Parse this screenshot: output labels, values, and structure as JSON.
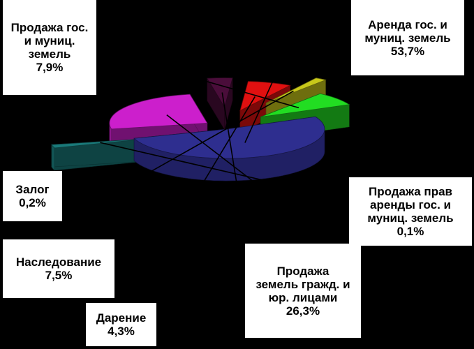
{
  "chart_data": {
    "type": "pie",
    "title": "",
    "slices": [
      {
        "name": "Аренда гос. и муниц. земель",
        "value": 53.7,
        "label": "Аренда гос. и\nмуниц. земель\n53,7%",
        "color": "#2e2e8f"
      },
      {
        "name": "Продажа прав аренды гос. и муниц. земель",
        "value": 0.1,
        "label": "Продажа прав\nаренды гос. и\nмуниц. земель\n0,1%",
        "color": "#1a7a7a"
      },
      {
        "name": "Продажа земель гражд. и юр. лицами",
        "value": 26.3,
        "label": "Продажа\nземель гражд. и\nюр. лицами\n26,3%",
        "color": "#cc1fcc"
      },
      {
        "name": "Дарение",
        "value": 4.3,
        "label": "Дарение\n4,3%",
        "color": "#4a0d3a"
      },
      {
        "name": "Наследование",
        "value": 7.5,
        "label": "Наследование\n7,5%",
        "color": "#e01010"
      },
      {
        "name": "Залог",
        "value": 0.2,
        "label": "Залог\n0,2%",
        "color": "#c8c81a"
      },
      {
        "name": "Продажа гос. и муниц. земель",
        "value": 7.9,
        "label": "Продажа гос.\nи муниц.\nземель\n7,9%",
        "color": "#22dd22"
      }
    ]
  }
}
